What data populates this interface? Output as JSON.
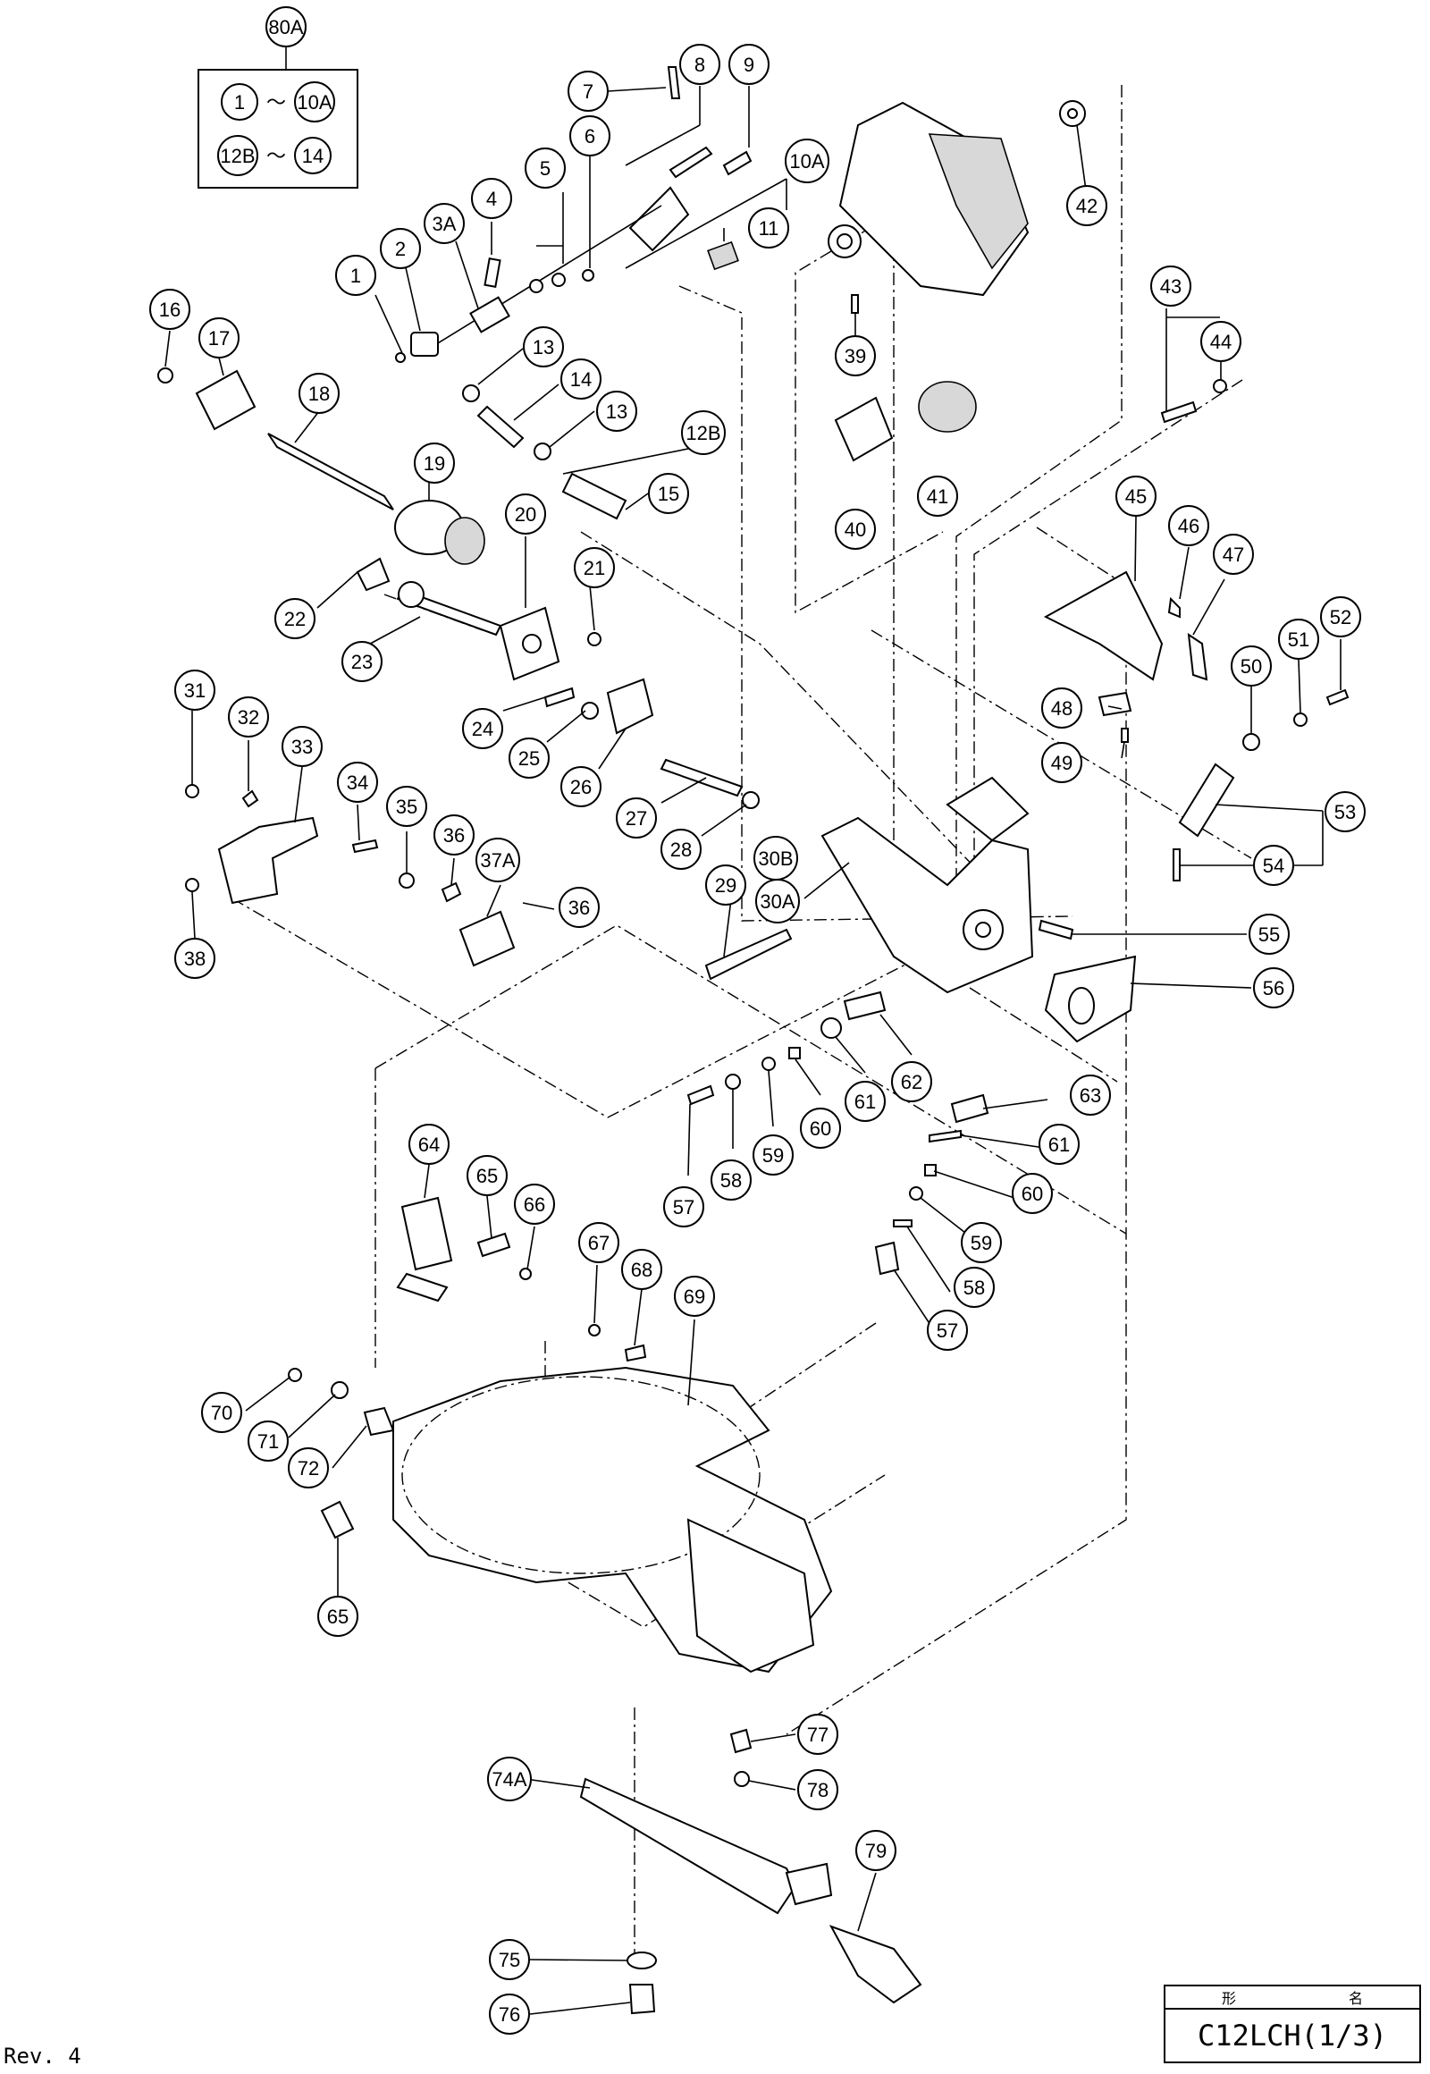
{
  "kit": {
    "label": "80A",
    "range1_from": "1",
    "range1_sep": "〜",
    "range1_to": "10A",
    "range2_from": "12B",
    "range2_sep": "〜",
    "range2_to": "14"
  },
  "callouts": [
    {
      "label": "7"
    },
    {
      "label": "8"
    },
    {
      "label": "9"
    },
    {
      "label": "10A"
    },
    {
      "label": "6"
    },
    {
      "label": "5"
    },
    {
      "label": "4"
    },
    {
      "label": "3A"
    },
    {
      "label": "2"
    },
    {
      "label": "1"
    },
    {
      "label": "11"
    },
    {
      "label": "13"
    },
    {
      "label": "14"
    },
    {
      "label": "13"
    },
    {
      "label": "12B"
    },
    {
      "label": "15"
    },
    {
      "label": "16"
    },
    {
      "label": "17"
    },
    {
      "label": "18"
    },
    {
      "label": "19"
    },
    {
      "label": "20"
    },
    {
      "label": "21"
    },
    {
      "label": "22"
    },
    {
      "label": "23"
    },
    {
      "label": "24"
    },
    {
      "label": "25"
    },
    {
      "label": "26"
    },
    {
      "label": "27"
    },
    {
      "label": "28"
    },
    {
      "label": "29"
    },
    {
      "label": "30B"
    },
    {
      "label": "30A"
    },
    {
      "label": "31"
    },
    {
      "label": "32"
    },
    {
      "label": "33"
    },
    {
      "label": "34"
    },
    {
      "label": "35"
    },
    {
      "label": "36"
    },
    {
      "label": "37A"
    },
    {
      "label": "36"
    },
    {
      "label": "38"
    },
    {
      "label": "39"
    },
    {
      "label": "40"
    },
    {
      "label": "41"
    },
    {
      "label": "42"
    },
    {
      "label": "43"
    },
    {
      "label": "44"
    },
    {
      "label": "45"
    },
    {
      "label": "46"
    },
    {
      "label": "47"
    },
    {
      "label": "48"
    },
    {
      "label": "49"
    },
    {
      "label": "50"
    },
    {
      "label": "51"
    },
    {
      "label": "52"
    },
    {
      "label": "53"
    },
    {
      "label": "54"
    },
    {
      "label": "55"
    },
    {
      "label": "56"
    },
    {
      "label": "57"
    },
    {
      "label": "58"
    },
    {
      "label": "59"
    },
    {
      "label": "60"
    },
    {
      "label": "61"
    },
    {
      "label": "62"
    },
    {
      "label": "63"
    },
    {
      "label": "61"
    },
    {
      "label": "60"
    },
    {
      "label": "59"
    },
    {
      "label": "58"
    },
    {
      "label": "57"
    },
    {
      "label": "64"
    },
    {
      "label": "65"
    },
    {
      "label": "66"
    },
    {
      "label": "67"
    },
    {
      "label": "68"
    },
    {
      "label": "69"
    },
    {
      "label": "70"
    },
    {
      "label": "71"
    },
    {
      "label": "72"
    },
    {
      "label": "65"
    },
    {
      "label": "77"
    },
    {
      "label": "74A"
    },
    {
      "label": "78"
    },
    {
      "label": "79"
    },
    {
      "label": "75"
    },
    {
      "label": "76"
    }
  ],
  "title_block": {
    "header_left": "形",
    "header_right": "名",
    "model": "C12LCH(1/3)"
  },
  "revision": "Rev. 4"
}
